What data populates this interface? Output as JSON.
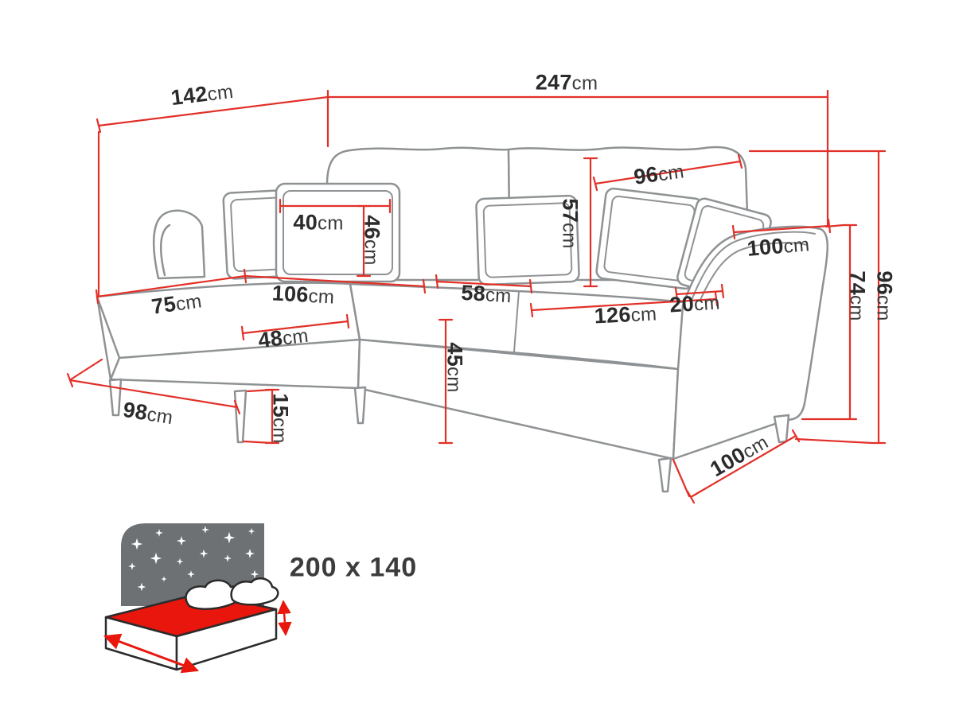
{
  "diagram": {
    "title": "corner-sofa-dimension-diagram",
    "colors": {
      "line_gray": "#8f9294",
      "dimension_red": "#e23028",
      "text": "#2b2b2b",
      "bed_top_red": "#e8160c",
      "headboard_gray": "#6d7173"
    },
    "dims": {
      "total_width": {
        "value": "247",
        "unit": "cm"
      },
      "chaise_length": {
        "value": "142",
        "unit": "cm"
      },
      "back_cushion_width": {
        "value": "96",
        "unit": "cm"
      },
      "back_cushion_height": {
        "value": "57",
        "unit": "cm"
      },
      "pillow_width": {
        "value": "40",
        "unit": "cm"
      },
      "pillow_height": {
        "value": "46",
        "unit": "cm"
      },
      "chaise_front_width": {
        "value": "75",
        "unit": "cm"
      },
      "chaise_depth": {
        "value": "106",
        "unit": "cm"
      },
      "seat_depth": {
        "value": "58",
        "unit": "cm"
      },
      "seat_width": {
        "value": "126",
        "unit": "cm"
      },
      "arm_pillow_depth": {
        "value": "20",
        "unit": "cm"
      },
      "armrest_depth": {
        "value": "100",
        "unit": "cm"
      },
      "armrest_height": {
        "value": "74",
        "unit": "cm"
      },
      "total_height": {
        "value": "96",
        "unit": "cm"
      },
      "chaise_seat_front": {
        "value": "48",
        "unit": "cm"
      },
      "chaise_side_depth": {
        "value": "98",
        "unit": "cm"
      },
      "leg_height": {
        "value": "15",
        "unit": "cm"
      },
      "seat_height": {
        "value": "45",
        "unit": "cm"
      },
      "side_depth": {
        "value": "100",
        "unit": "cm"
      }
    },
    "sleeping_area": {
      "label": "200 x 140",
      "icon": "bed-sleeping-area-icon"
    }
  }
}
